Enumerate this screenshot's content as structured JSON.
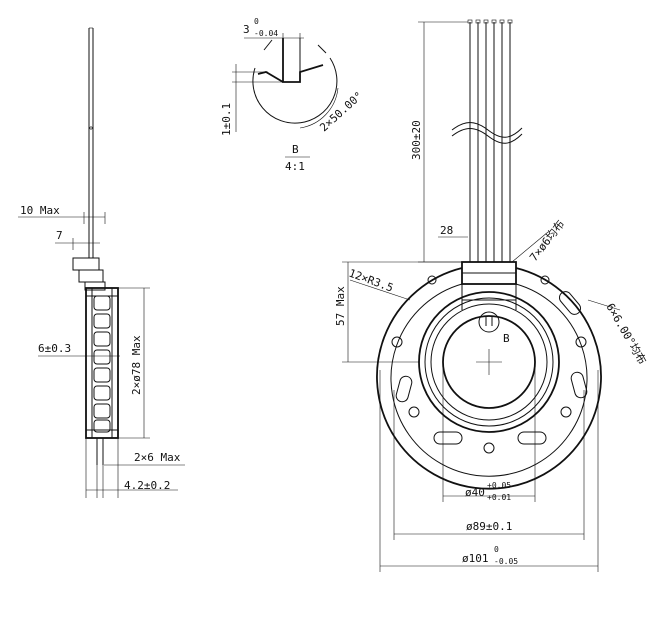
{
  "side_view": {
    "max_width_label": "10 Max",
    "lead_offset_label": "7",
    "thickness_label": "6±0.3",
    "diameter_label": "2×ø78 Max",
    "flange_label": "2×6 Max",
    "total_thickness_label": "4.2±0.2"
  },
  "detail_b": {
    "slot_width_main": "3",
    "slot_width_upper": "0",
    "slot_width_lower": "-0.04",
    "depth_label": "1±0.1",
    "angle_label": "2×50.00°",
    "view_letter": "B",
    "scale_label": "4:1"
  },
  "front_view": {
    "lead_length_label": "300±20",
    "lead_span_label": "28",
    "lead_count_label": "7×ø6均布",
    "corner_radius_label": "12×R3.5",
    "height_label": "57 Max",
    "holes_label": "6×6.00°均布",
    "detail_marker": "B",
    "inner_dia_main": "ø40",
    "inner_dia_upper": "+0.05",
    "inner_dia_lower": "+0.01",
    "mid_dia_label": "ø89±0.1",
    "outer_dia_main": "ø101",
    "outer_dia_upper": "0",
    "outer_dia_lower": "-0.05"
  }
}
